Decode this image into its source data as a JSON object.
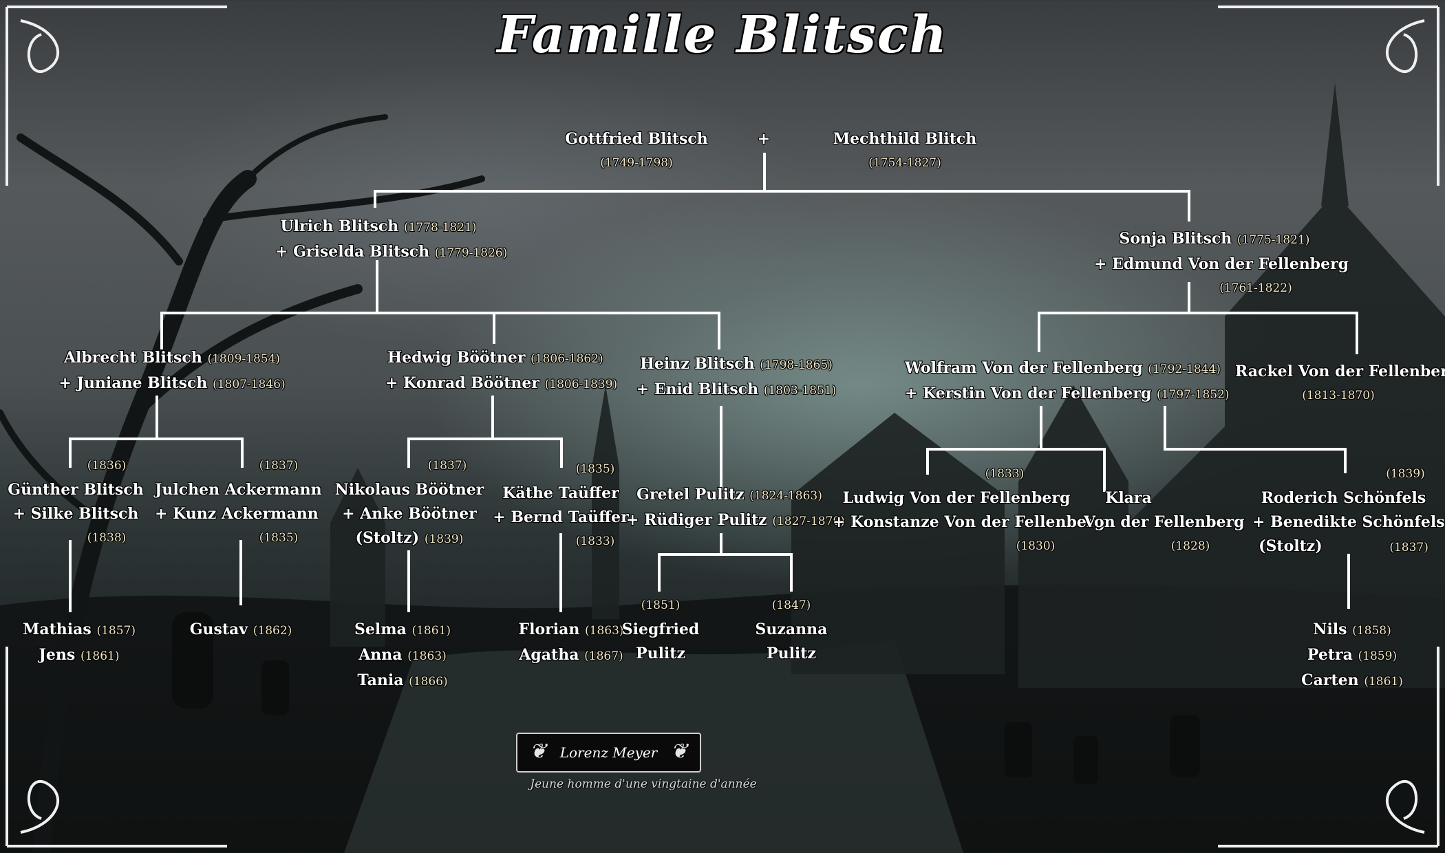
{
  "title": "Famille Blitsch",
  "generation1": {
    "gottfried": {
      "name": "Gottfried Blitsch",
      "years": "(1749-1798)"
    },
    "plus": "+",
    "mechthild": {
      "name": "Mechthild Blitch",
      "years": "(1754-1827)"
    }
  },
  "generation2": {
    "ulrich": {
      "name": "Ulrich Blitsch",
      "years": "(1778-1821)",
      "spouse": "+ Griselda Blitsch",
      "spouse_years": "(1779-1826)"
    },
    "sonja": {
      "name": "Sonja Blitsch",
      "years": "(1775-1821)",
      "spouse": "+ Edmund Von der Fellenberg",
      "spouse_years": "(1761-1822)"
    }
  },
  "generation3": {
    "albrecht": {
      "name": "Albrecht Blitsch",
      "years": "(1809-1854)",
      "spouse": "+ Juniane Blitsch",
      "spouse_years": "(1807-1846)"
    },
    "hedwig": {
      "name": "Hedwig Böötner",
      "years": "(1806-1862)",
      "spouse": "+ Konrad Böötner",
      "spouse_years": "(1806-1839)"
    },
    "heinz": {
      "name": "Heinz Blitsch",
      "years": "(1798-1865)",
      "spouse": "+ Enid Blitsch",
      "spouse_years": "(1803-1851)"
    },
    "wolfram": {
      "name": "Wolfram Von der Fellenberg",
      "years": "(1792-1844)",
      "spouse": "+ Kerstin Von der Fellenberg",
      "spouse_years": "(1797-1852)"
    },
    "rackel": {
      "name": "Rackel Von der Fellenberg",
      "years": "(1813-1870)"
    }
  },
  "generation4": {
    "gunther": {
      "years": "(1836)",
      "name": "Günther Blitsch",
      "spouse": "+ Silke Blitsch",
      "spouse_years": "(1838)"
    },
    "julchen": {
      "years": "(1837)",
      "name": "Julchen Ackermann",
      "spouse": "+ Kunz Ackermann",
      "spouse_years": "(1835)"
    },
    "nikolaus": {
      "years": "(1837)",
      "name": "Nikolaus Böötner",
      "spouse": "+ Anke Böötner",
      "spouse_extra": "(Stoltz)",
      "spouse_years": "(1839)"
    },
    "kathe": {
      "years": "(1835)",
      "name": "Käthe Taüffer",
      "spouse": "+ Bernd Taüffer",
      "spouse_years": "(1833)"
    },
    "gretel": {
      "name": "Gretel Pulitz",
      "years": "(1824-1863)",
      "spouse": "+ Rüdiger Pulitz",
      "spouse_years": "(1827-1870)"
    },
    "ludwig": {
      "years": "(1833)",
      "name": "Ludwig Von der Fellenberg",
      "spouse": "+ Konstanze Von der Fellenberg",
      "spouse_years": "(1830)"
    },
    "klara": {
      "name": "Klara",
      "surname": "Von der Fellenberg",
      "years": "(1828)"
    },
    "roderich": {
      "years": "(1839)",
      "name": "Roderich Schönfels",
      "spouse": "+ Benedikte Schönfels",
      "spouse_extra": "(Stoltz)",
      "spouse_years": "(1837)"
    }
  },
  "generation5": {
    "gunther_children": [
      {
        "name": "Mathias",
        "years": "(1857)"
      },
      {
        "name": "Jens",
        "years": "(1861)"
      }
    ],
    "julchen_children": [
      {
        "name": "Gustav",
        "years": "(1862)"
      }
    ],
    "nikolaus_children": [
      {
        "name": "Selma",
        "years": "(1861)"
      },
      {
        "name": "Anna",
        "years": "(1863)"
      },
      {
        "name": "Tania",
        "years": "(1866)"
      }
    ],
    "kathe_children": [
      {
        "name": "Florian",
        "years": "(1863)"
      },
      {
        "name": "Agatha",
        "years": "(1867)"
      }
    ],
    "siegfried": {
      "years": "(1851)",
      "first": "Siegfried",
      "last": "Pulitz"
    },
    "suzanna": {
      "years": "(1847)",
      "first": "Suzanna",
      "last": "Pulitz"
    },
    "roderich_children": [
      {
        "name": "Nils",
        "years": "(1858)"
      },
      {
        "name": "Petra",
        "years": "(1859)"
      },
      {
        "name": "Carten",
        "years": "(1861)"
      }
    ]
  },
  "badge": {
    "name": "Lorenz Meyer",
    "caption": "Jeune homme d'une vingtaine d'année"
  },
  "colors": {
    "lines": "#ffffff",
    "text": "#ffffff",
    "years": "#f1e7c6"
  }
}
